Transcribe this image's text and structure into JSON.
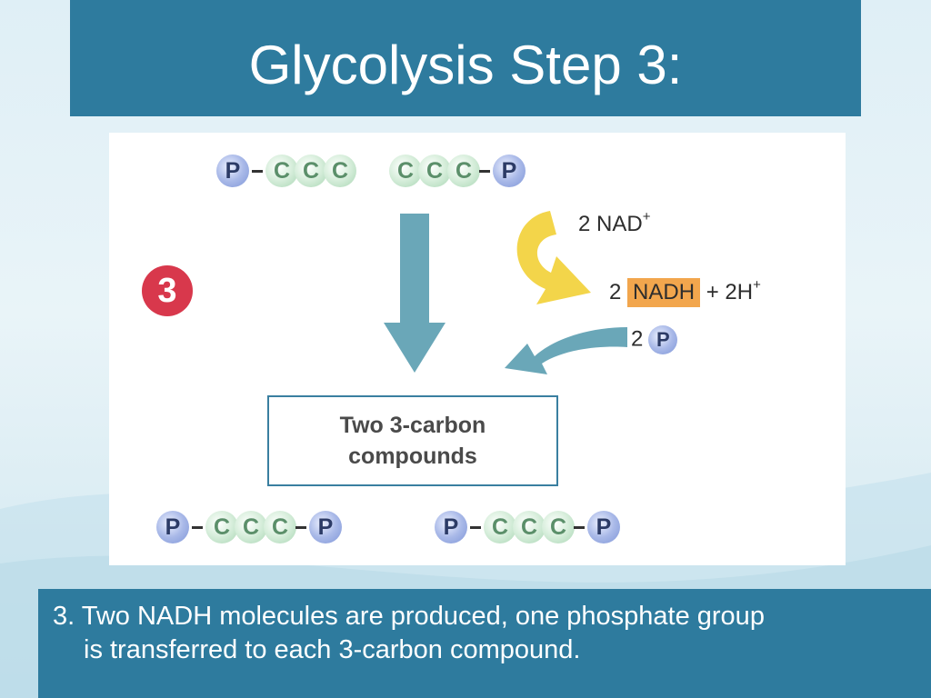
{
  "slide": {
    "title": "Glycolysis Step 3:",
    "caption_line1": "3.  Two NADH molecules are produced, one phosphate group",
    "caption_line2": "is transferred to each 3-carbon compound."
  },
  "diagram": {
    "step_number": "3",
    "atom_p": "P",
    "atom_c": "C",
    "nad_coefficient": "2",
    "nad_label": "NAD",
    "nad_charge": "+",
    "nadh_coefficient": "2",
    "nadh_label": "NADH",
    "h_label": "+ 2H",
    "h_charge": "+",
    "phosphate_coefficient": "2",
    "result_line1": "Two 3-carbon",
    "result_line2": "compounds",
    "colors": {
      "header": "#2e7b9e",
      "badge": "#d8384c",
      "nadh_box": "#f2a64d",
      "main_arrow": "#6aa7b8",
      "curved_arrow": "#f3d54a"
    }
  }
}
